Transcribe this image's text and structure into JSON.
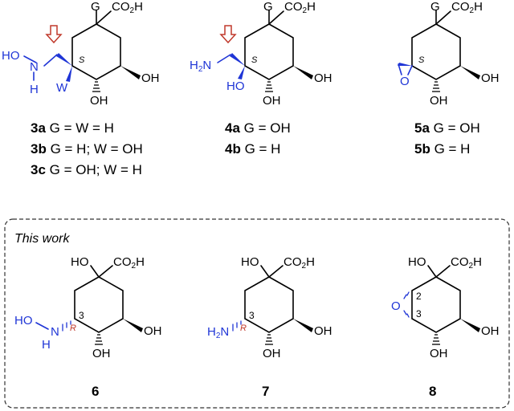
{
  "compounds_top": [
    {
      "id": "3",
      "variants": [
        {
          "num": "3a",
          "text": " G = W = H"
        },
        {
          "num": "3b",
          "text": " G = H; W = OH"
        },
        {
          "num": "3c",
          "text": " G = OH; W = H"
        }
      ]
    },
    {
      "id": "4",
      "variants": [
        {
          "num": "4a",
          "text": " G = OH"
        },
        {
          "num": "4b",
          "text": " G = H"
        }
      ]
    },
    {
      "id": "5",
      "variants": [
        {
          "num": "5a",
          "text": " G = OH"
        },
        {
          "num": "5b",
          "text": " G = H"
        }
      ]
    }
  ],
  "this_work": {
    "title": "This work",
    "compounds": [
      {
        "label": "6"
      },
      {
        "label": "7"
      },
      {
        "label": "8"
      }
    ]
  },
  "atoms": {
    "G": "G",
    "CO2H": "CO",
    "CO2H_sub": "2",
    "CO2H_tail": "H",
    "OH": "OH",
    "HO": "HO",
    "H2N_H": "H",
    "H2N_sub": "2",
    "H2N_N": "N",
    "N": "N",
    "H": "H",
    "W": "W",
    "O": "O",
    "S": "S",
    "R": "R",
    "n2": "2",
    "n3": "3"
  },
  "colors": {
    "heteroatom_blue": "#1f35d6",
    "stereo_red": "#c0392b",
    "bond": "#000000"
  }
}
